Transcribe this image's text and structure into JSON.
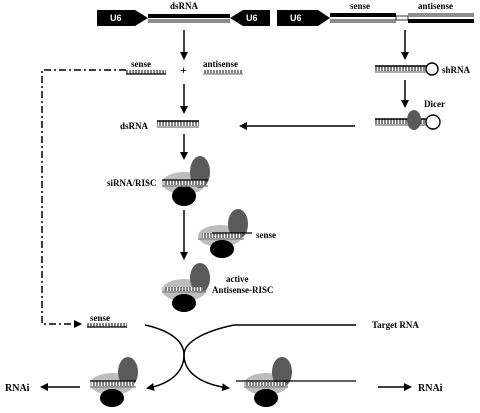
{
  "constructs": {
    "left": {
      "promoter_left": "U6",
      "promoter_right": "U6",
      "insert_label": "dsRNA"
    },
    "right": {
      "promoter": "U6",
      "sense_label": "sense",
      "antisense_label": "antisense"
    }
  },
  "labels": {
    "sense_strand": "sense",
    "plus": "+",
    "antisense_strand": "antisense",
    "shrna": "shRNA",
    "dicer": "Dicer",
    "dsrna": "dsRNA",
    "sirna_risc": "siRNA/RISC",
    "sense_release": "sense",
    "active_line1": "active",
    "active_line2": "Antisense-RISC",
    "sense_bottom": "sense",
    "target_rna": "Target RNA",
    "rnai_left": "RNAi",
    "rnai_right": "RNAi"
  },
  "colors": {
    "line": "#000000",
    "strand_gray": "#8c8c8c",
    "risc_light": "#bdbdbd",
    "risc_dark": "#5a5a5a",
    "risc_black": "#000000"
  }
}
